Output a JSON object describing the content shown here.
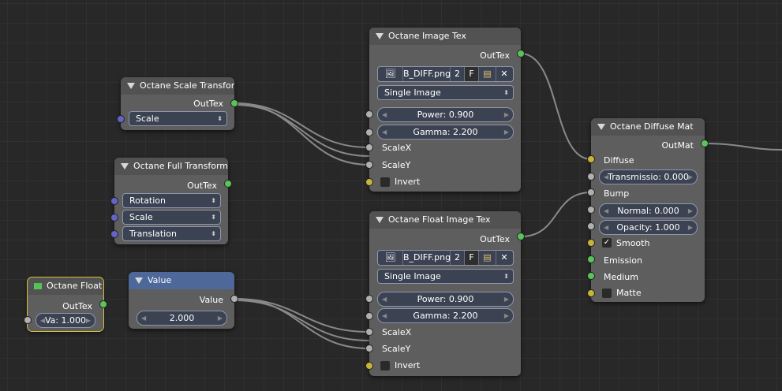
{
  "scale_transform": {
    "title": "Octane Scale Transfor",
    "out": "OutTex",
    "dropdown": "Scale"
  },
  "full_transform": {
    "title": "Octane Full Transform",
    "out": "OutTex",
    "dropdowns": [
      "Rotation",
      "Scale",
      "Translation"
    ]
  },
  "octane_float": {
    "title": "Octane Float",
    "out": "OutTex",
    "field": "Va: 1.000"
  },
  "value_node": {
    "title": "Value",
    "out": "Value",
    "field": "2.000"
  },
  "image_tex": {
    "title": "Octane Image Tex",
    "out": "OutTex",
    "file": "B_DIFF.png",
    "users": "2",
    "fake": "F",
    "mode": "Single Image",
    "power": "Power: 0.900",
    "gamma": "Gamma: 2.200",
    "scalex": "ScaleX",
    "scaley": "ScaleY",
    "invert": "Invert"
  },
  "float_image_tex": {
    "title": "Octane Float Image Tex",
    "out": "OutTex",
    "file": "B_DIFF.png",
    "users": "2",
    "fake": "F",
    "mode": "Single Image",
    "power": "Power: 0.900",
    "gamma": "Gamma: 2.200",
    "scalex": "ScaleX",
    "scaley": "ScaleY",
    "invert": "Invert"
  },
  "diffuse_mat": {
    "title": "Octane Diffuse Mat",
    "out": "OutMat",
    "diffuse": "Diffuse",
    "transmission": "Transmissio: 0.000",
    "bump": "Bump",
    "normal": "Normal: 0.000",
    "opacity": "Opacity: 1.000",
    "smooth": "Smooth",
    "smooth_checked": true,
    "emission": "Emission",
    "medium": "Medium",
    "matte": "Matte"
  }
}
